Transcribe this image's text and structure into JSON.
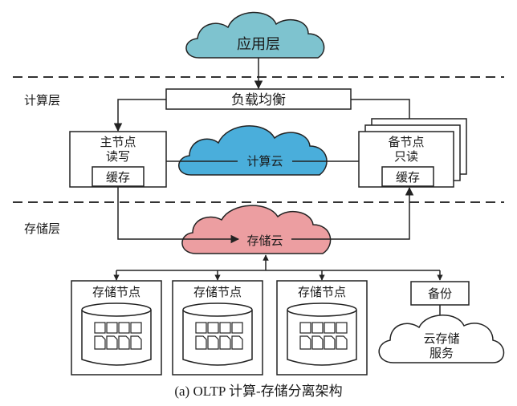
{
  "application_layer": "应用层",
  "compute_layer_label": "计算层",
  "load_balancer": "负载均衡",
  "primary_node": {
    "line1": "主节点",
    "line2": "读写",
    "cache": "缓存"
  },
  "compute_cloud": "计算云",
  "replica_node": {
    "line1": "备节点",
    "line2": "只读",
    "cache": "缓存"
  },
  "storage_layer_label": "存储层",
  "storage_cloud": "存储云",
  "storage_nodes": [
    {
      "label": "存储节点"
    },
    {
      "label": "存储节点"
    },
    {
      "label": "存储节点"
    }
  ],
  "backup": "备份",
  "cloud_storage_service": {
    "line1": "云存储",
    "line2": "服务"
  },
  "caption": "(a) OLTP 计算-存储分离架构",
  "colors": {
    "application_cloud": "#7ec3cf",
    "compute_cloud": "#4aaedb",
    "storage_cloud": "#ec9ea1",
    "line": "#222222"
  }
}
